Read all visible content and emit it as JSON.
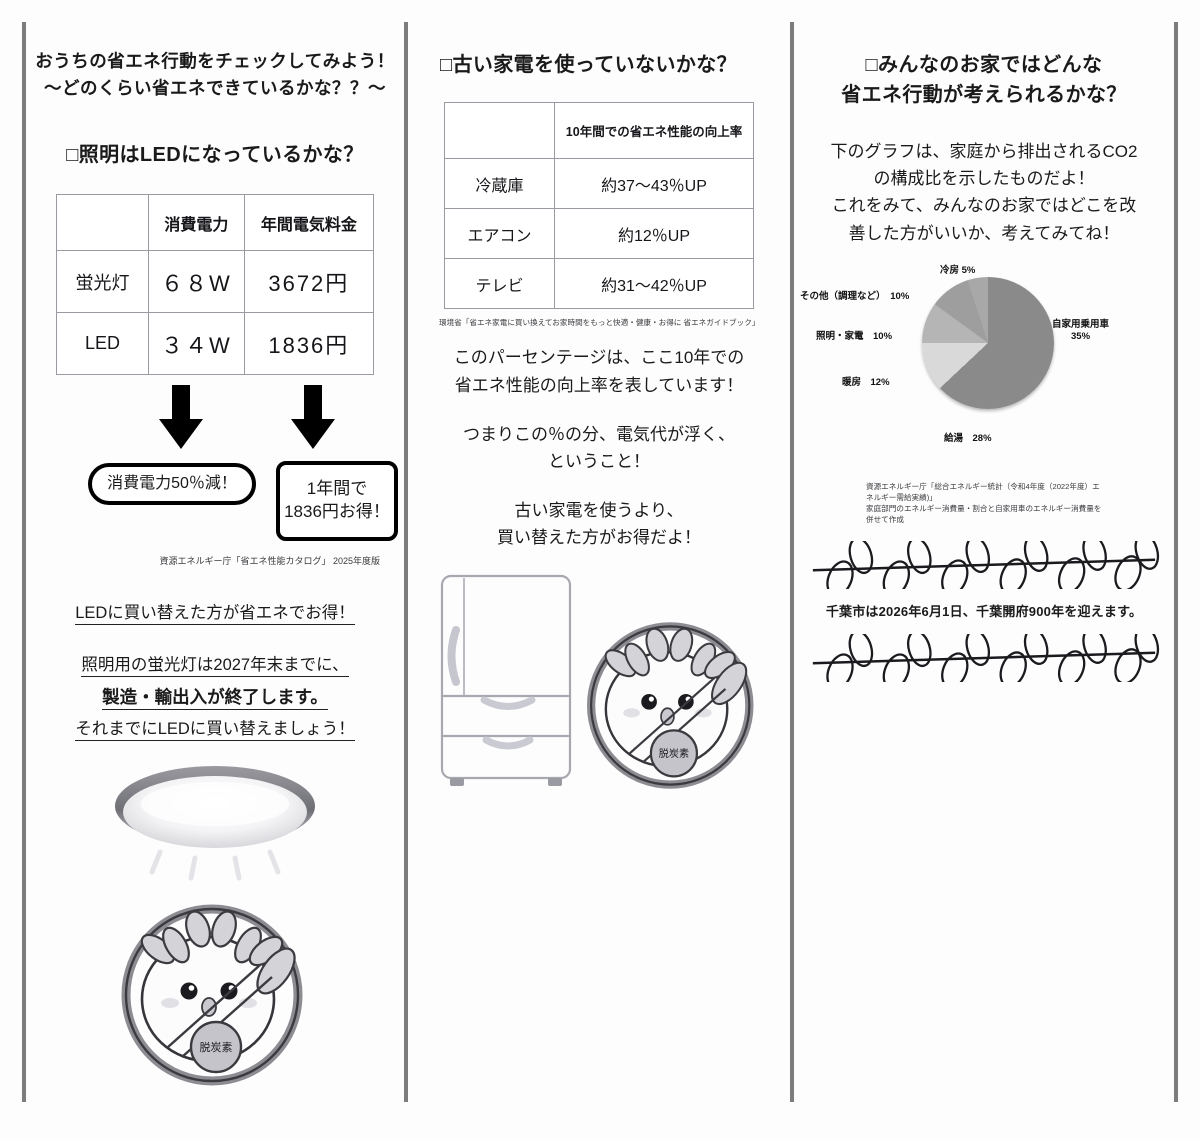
{
  "column1": {
    "title_line1": "おうちの省エネ行動をチェックしてみよう！",
    "title_line2": "～どのくらい省エネできているかな？？～",
    "section_heading": "□照明はLEDになっているかな？",
    "table": {
      "headers": [
        "",
        "消費電力",
        "年間電気料金"
      ],
      "rows": [
        {
          "label": "蛍光灯",
          "power": "６８W",
          "cost": "3672円"
        },
        {
          "label": "LED",
          "power": "３４W",
          "cost": "1836円"
        }
      ]
    },
    "bubble_left": "消費電力50％減！",
    "bubble_right_line1": "1年間で",
    "bubble_right_line2": "1836円お得！",
    "source": "資源エネルギー庁「省エネ性能カタログ」 2025年度版",
    "note_line1": "LEDに買い替えた方が省エネでお得！",
    "note_line2": "照明用の蛍光灯は2027年末までに、",
    "note_line3": "製造・輸出入が終了します。",
    "note_line4": "それまでにLEDに買い替えましょう！",
    "illustration_light": "ceiling-led-light",
    "mascot_badge": "脱炭素"
  },
  "column2": {
    "section_heading": "□古い家電を使っていないかな？",
    "table": {
      "headers": [
        "",
        "10年間での省エネ性能の向上率"
      ],
      "rows": [
        {
          "label": "冷蔵庫",
          "value": "約37〜43％UP"
        },
        {
          "label": "エアコン",
          "value": "約12％UP"
        },
        {
          "label": "テレビ",
          "value": "約31〜42％UP"
        }
      ]
    },
    "source": "環境省「省エネ家電に買い換えてお家時間をもっと快適・健康・お得に 省エネガイドブック」",
    "para1_line1": "このパーセンテージは、ここ10年での",
    "para1_line2": "省エネ性能の向上率を表しています！",
    "para2_line1": "つまりこの％の分、電気代が浮く、",
    "para2_line2": "ということ！",
    "para3_line1": "古い家電を使うより、",
    "para3_line2": "買い替えた方がお得だよ！",
    "illustration_fridge": "refrigerator",
    "mascot_badge": "脱炭素"
  },
  "column3": {
    "section_heading_line1": "□みんなのお家ではどんな",
    "section_heading_line2": "省エネ行動が考えられるかな？",
    "intro_line1": "下のグラフは、家庭から排出されるCO2",
    "intro_line2": "の構成比を示したものだよ！",
    "intro_line3": "これをみて、みんなのお家ではどこを改",
    "intro_line4": "善した方がいいか、考えてみてね！",
    "source_line1": "資源エネルギー庁「総合エネルギー統計（令和4年度（2022年度）エ",
    "source_line2": "ネルギー需給実績)」",
    "source_line3": "家庭部門のエネルギー消費量・割合と自家用車のエネルギー消費量を",
    "source_line4": "併せて作成",
    "chiba_message": "千葉市は2026年6月1日、千葉開府900年を迎えます。"
  },
  "chart_data": {
    "type": "pie",
    "title": "家庭から排出されるCO2の構成比",
    "categories": [
      "自家用乗用車",
      "給湯",
      "暖房",
      "照明・家電",
      "その他（調理など）",
      "冷房"
    ],
    "values": [
      35,
      28,
      12,
      10,
      10,
      5
    ],
    "labels": [
      "自家用乗用車\n35%",
      "給湯　28%",
      "暖房　12%",
      "照明・家電　10%",
      "その他（調理など）　10%",
      "冷房 5%"
    ],
    "unit": "%",
    "colors": [
      "#8a8a8a",
      "#8a8a8a",
      "#d9d9d9",
      "#b5b5b5",
      "#9e9e9e",
      "#a8a8a8"
    ],
    "legend": "labels-outside",
    "label_texts": {
      "car_name": "自家用乗用車",
      "car_pct": "35%",
      "water": "給湯　28%",
      "heating": "暖房　12%",
      "lighting": "照明・家電　10%",
      "other": "その他（調理など）　10%",
      "cooling": "冷房 5%"
    }
  },
  "colors": {
    "divider": "#7d7d7d",
    "table_border": "#9a9aa2",
    "ink": "#1a1a1a",
    "pie_dark": "#8a8a8a",
    "pie_light": "#d9d9d9"
  }
}
